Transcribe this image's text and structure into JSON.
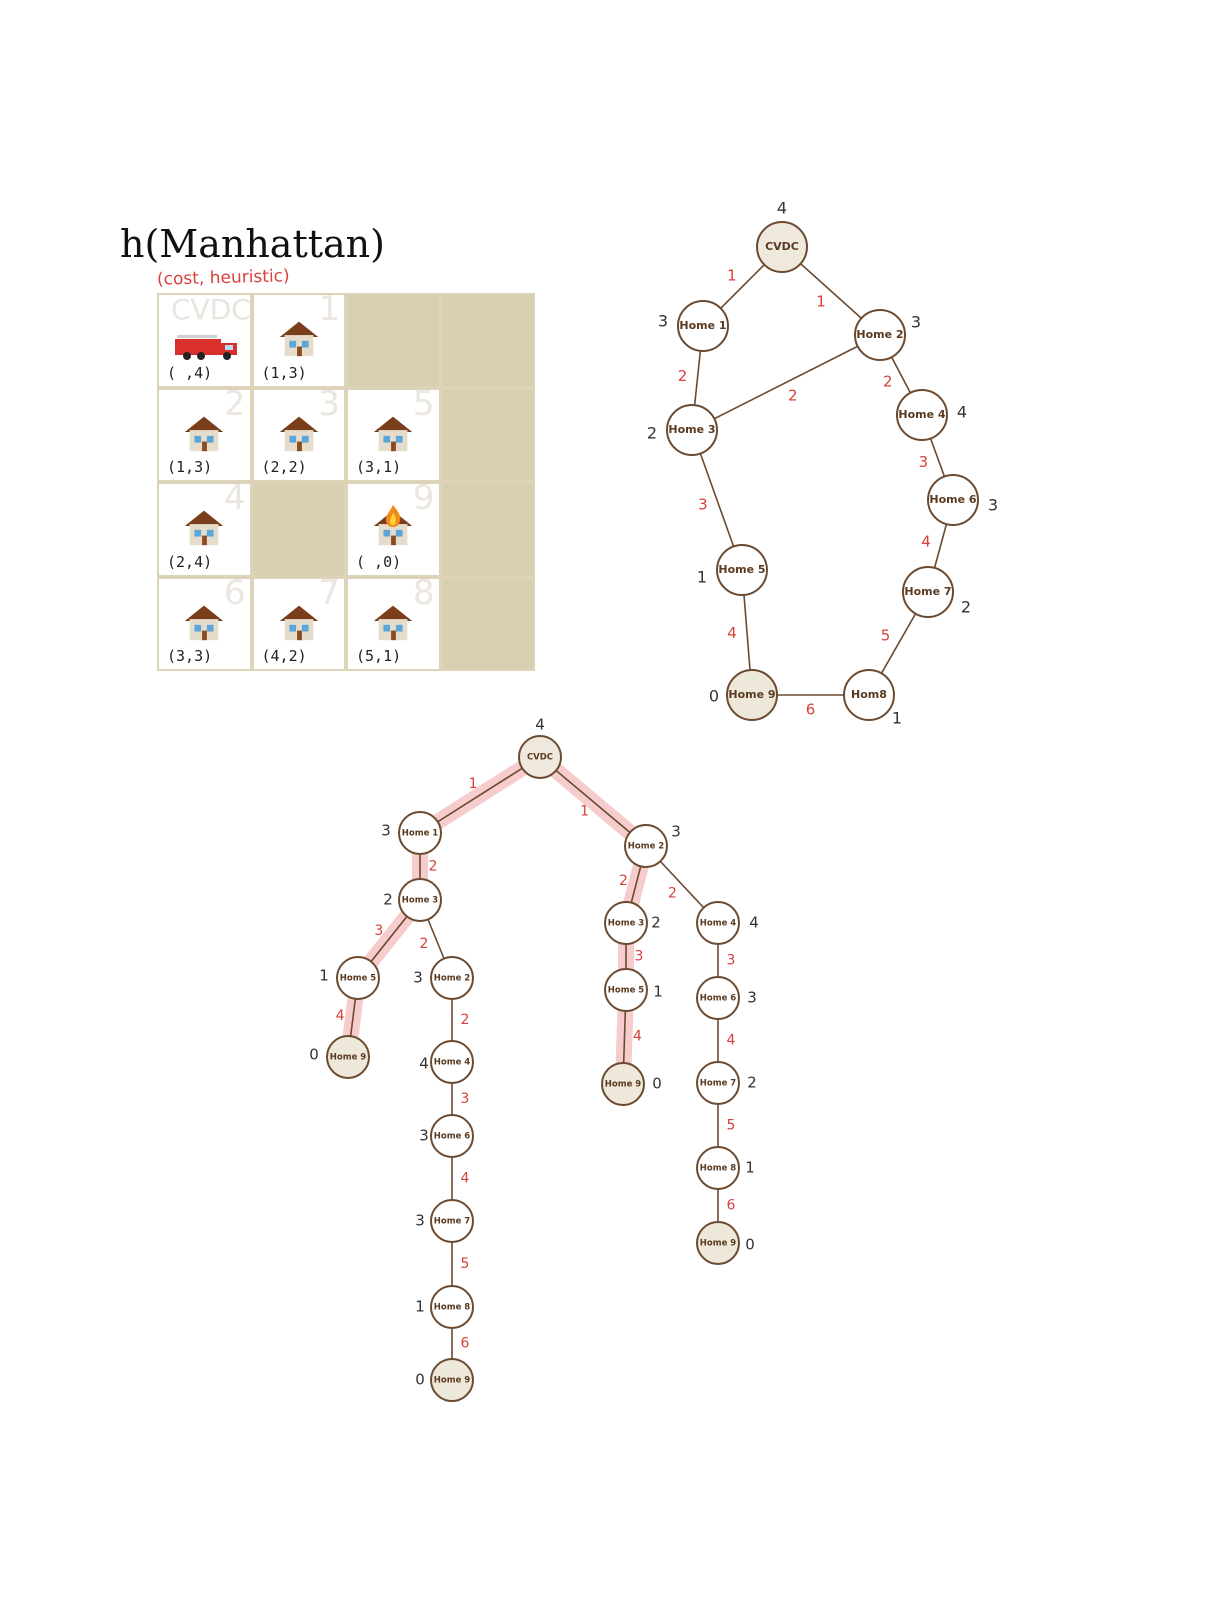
{
  "title": "h(Manhattan)",
  "subtitle": "(cost, heuristic)",
  "grid": [
    {
      "type": "start",
      "name": "CVDC",
      "coord": "( ,4)"
    },
    {
      "type": "house",
      "num": "1",
      "coord": "(1,3)"
    },
    {
      "type": "blocked"
    },
    {
      "type": "blocked"
    },
    {
      "type": "house",
      "num": "2",
      "coord": "(1,3)"
    },
    {
      "type": "house",
      "num": "3",
      "coord": "(2,2)"
    },
    {
      "type": "house",
      "num": "5",
      "coord": "(3,1)"
    },
    {
      "type": "blocked"
    },
    {
      "type": "house",
      "num": "4",
      "coord": "(2,4)"
    },
    {
      "type": "blocked"
    },
    {
      "type": "fire",
      "num": "9",
      "coord": "( ,0)"
    },
    {
      "type": "blocked"
    },
    {
      "type": "house",
      "num": "6",
      "coord": "(3,3)"
    },
    {
      "type": "house",
      "num": "7",
      "coord": "(4,2)"
    },
    {
      "type": "house",
      "num": "8",
      "coord": "(5,1)"
    },
    {
      "type": "blocked"
    }
  ],
  "graph": {
    "nodes": [
      {
        "id": "cvdc",
        "label": "CVDC",
        "h": "4",
        "kind": "start"
      },
      {
        "id": "h1",
        "label": "Home 1",
        "h": "3"
      },
      {
        "id": "h2",
        "label": "Home 2",
        "h": "3"
      },
      {
        "id": "h3",
        "label": "Home 3",
        "h": "2"
      },
      {
        "id": "h4",
        "label": "Home 4",
        "h": "4"
      },
      {
        "id": "h5",
        "label": "Home 5",
        "h": "1"
      },
      {
        "id": "h6",
        "label": "Home 6",
        "h": "3"
      },
      {
        "id": "h7",
        "label": "Home 7",
        "h": "2"
      },
      {
        "id": "h8",
        "label": "Hom8",
        "h": "1"
      },
      {
        "id": "h9",
        "label": "Home 9",
        "h": "0",
        "kind": "goal"
      }
    ],
    "edges": [
      {
        "from": "cvdc",
        "to": "h1",
        "cost": "1"
      },
      {
        "from": "cvdc",
        "to": "h2",
        "cost": "1"
      },
      {
        "from": "h1",
        "to": "h3",
        "cost": "2"
      },
      {
        "from": "h3",
        "to": "h2",
        "cost": "2"
      },
      {
        "from": "h2",
        "to": "h4",
        "cost": "2"
      },
      {
        "from": "h4",
        "to": "h6",
        "cost": "3"
      },
      {
        "from": "h3",
        "to": "h5",
        "cost": "3"
      },
      {
        "from": "h6",
        "to": "h7",
        "cost": "4"
      },
      {
        "from": "h5",
        "to": "h9",
        "cost": "4"
      },
      {
        "from": "h7",
        "to": "h8",
        "cost": "5"
      },
      {
        "from": "h9",
        "to": "h8",
        "cost": "6"
      }
    ]
  },
  "tree": {
    "nodes": [
      {
        "id": "t0",
        "label": "CVDC",
        "h": "4",
        "kind": "start"
      },
      {
        "id": "t1",
        "label": "Home 1",
        "h": "3"
      },
      {
        "id": "t2",
        "label": "Home 2",
        "h": "3"
      },
      {
        "id": "t3",
        "label": "Home 3",
        "h": "2"
      },
      {
        "id": "t4",
        "label": "Home 5",
        "h": "1"
      },
      {
        "id": "t5",
        "label": "Home 2",
        "h": "3"
      },
      {
        "id": "t6",
        "label": "Home 9",
        "h": "0",
        "kind": "goal"
      },
      {
        "id": "t7",
        "label": "Home 4",
        "h": "4"
      },
      {
        "id": "t8",
        "label": "Home 6",
        "h": "3"
      },
      {
        "id": "t9",
        "label": "Home 7",
        "h": "3"
      },
      {
        "id": "t10",
        "label": "Home 8",
        "h": "1"
      },
      {
        "id": "t11",
        "label": "Home 9",
        "h": "0",
        "kind": "goal"
      },
      {
        "id": "t12",
        "label": "Home 3",
        "h": "2"
      },
      {
        "id": "t13",
        "label": "Home 4",
        "h": "4"
      },
      {
        "id": "t14",
        "label": "Home 5",
        "h": "1"
      },
      {
        "id": "t15",
        "label": "Home 9",
        "h": "0",
        "kind": "goal"
      },
      {
        "id": "t16",
        "label": "Home 6",
        "h": "3"
      },
      {
        "id": "t17",
        "label": "Home 7",
        "h": "2"
      },
      {
        "id": "t18",
        "label": "Home 8",
        "h": "1"
      },
      {
        "id": "t19",
        "label": "Home 9",
        "h": "0",
        "kind": "goal"
      }
    ],
    "edges": [
      {
        "from": "t0",
        "to": "t1",
        "cost": "1",
        "hl": true
      },
      {
        "from": "t0",
        "to": "t2",
        "cost": "1",
        "hl": true
      },
      {
        "from": "t1",
        "to": "t3",
        "cost": "2",
        "hl": true
      },
      {
        "from": "t3",
        "to": "t4",
        "cost": "3",
        "hl": true
      },
      {
        "from": "t3",
        "to": "t5",
        "cost": "2"
      },
      {
        "from": "t4",
        "to": "t6",
        "cost": "4",
        "hl": true
      },
      {
        "from": "t5",
        "to": "t7",
        "cost": "2"
      },
      {
        "from": "t7",
        "to": "t8",
        "cost": "3"
      },
      {
        "from": "t8",
        "to": "t9",
        "cost": "4"
      },
      {
        "from": "t9",
        "to": "t10",
        "cost": "5"
      },
      {
        "from": "t10",
        "to": "t11",
        "cost": "6"
      },
      {
        "from": "t2",
        "to": "t12",
        "cost": "2",
        "hl": true
      },
      {
        "from": "t2",
        "to": "t13",
        "cost": "2"
      },
      {
        "from": "t12",
        "to": "t14",
        "cost": "3",
        "hl": true
      },
      {
        "from": "t14",
        "to": "t15",
        "cost": "4",
        "hl": true
      },
      {
        "from": "t13",
        "to": "t16",
        "cost": "3"
      },
      {
        "from": "t16",
        "to": "t17",
        "cost": "4"
      },
      {
        "from": "t17",
        "to": "t18",
        "cost": "5"
      },
      {
        "from": "t18",
        "to": "t19",
        "cost": "6"
      }
    ]
  },
  "colors": {
    "edge_cost": "#d8403a",
    "node_stroke": "#6b4a30",
    "highlight": "#f5c3c3",
    "blocked": "#d8ceb0"
  }
}
